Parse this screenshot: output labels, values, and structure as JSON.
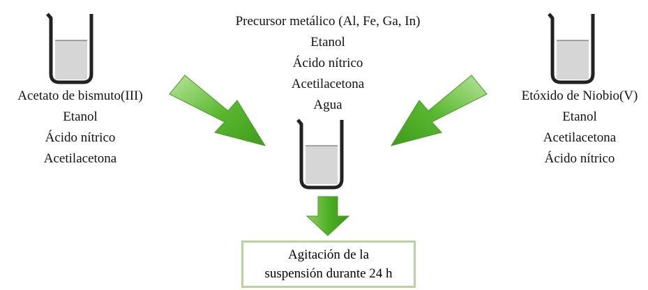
{
  "left_ingredients": {
    "line1": "Acetato de bismuto(III)",
    "line2": "Etanol",
    "line3": "Ácido nítrico",
    "line4": "Acetilacetona"
  },
  "center_ingredients": {
    "line1": "Precursor metálico  (Al, Fe, Ga, In)",
    "line2": "Etanol",
    "line3": "Ácido nítrico",
    "line4": "Acetilacetona",
    "line5": "Agua"
  },
  "right_ingredients": {
    "line1": "Etóxido de Niobio(V)",
    "line2": "Etanol",
    "line3": "Acetilacetona",
    "line4": "Ácido nítrico"
  },
  "result": {
    "line1": "Agitación de la",
    "line2": "suspensión durante 24 h"
  },
  "colors": {
    "arrow_green": "#55b52c",
    "box_border": "#b8d49a",
    "liquid": "#d6d6d6"
  }
}
